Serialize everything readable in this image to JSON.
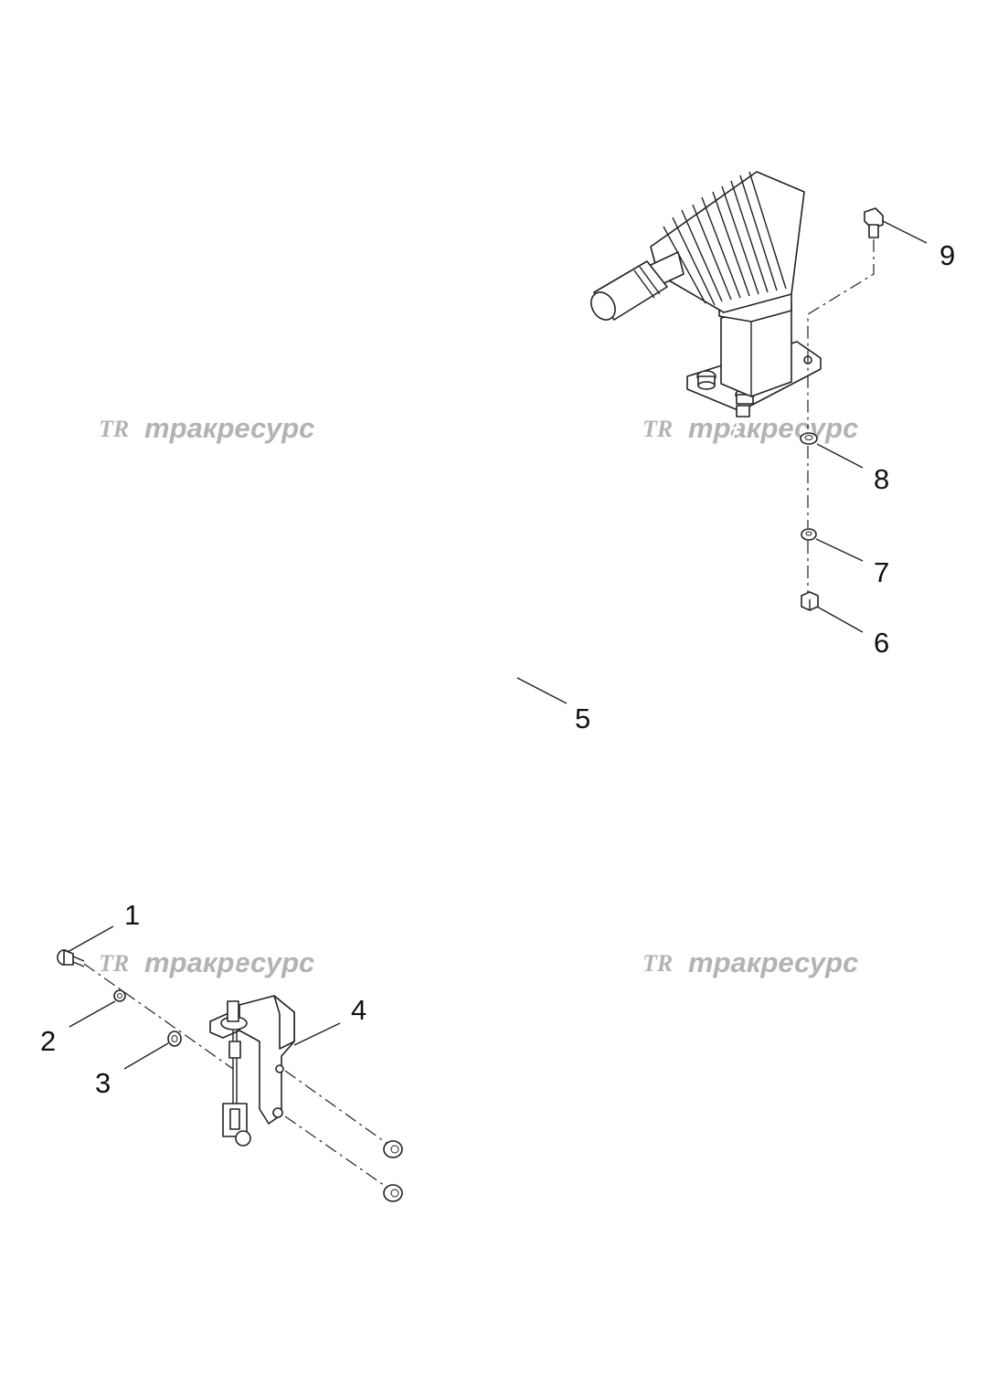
{
  "watermark": {
    "logo": "TR",
    "text": "тракресурс"
  },
  "callouts": [
    "1",
    "2",
    "3",
    "4",
    "5",
    "6",
    "7",
    "8",
    "9"
  ],
  "colors": {
    "line": "#222222",
    "watermark": "#b3b3b3",
    "background": "#ffffff"
  }
}
